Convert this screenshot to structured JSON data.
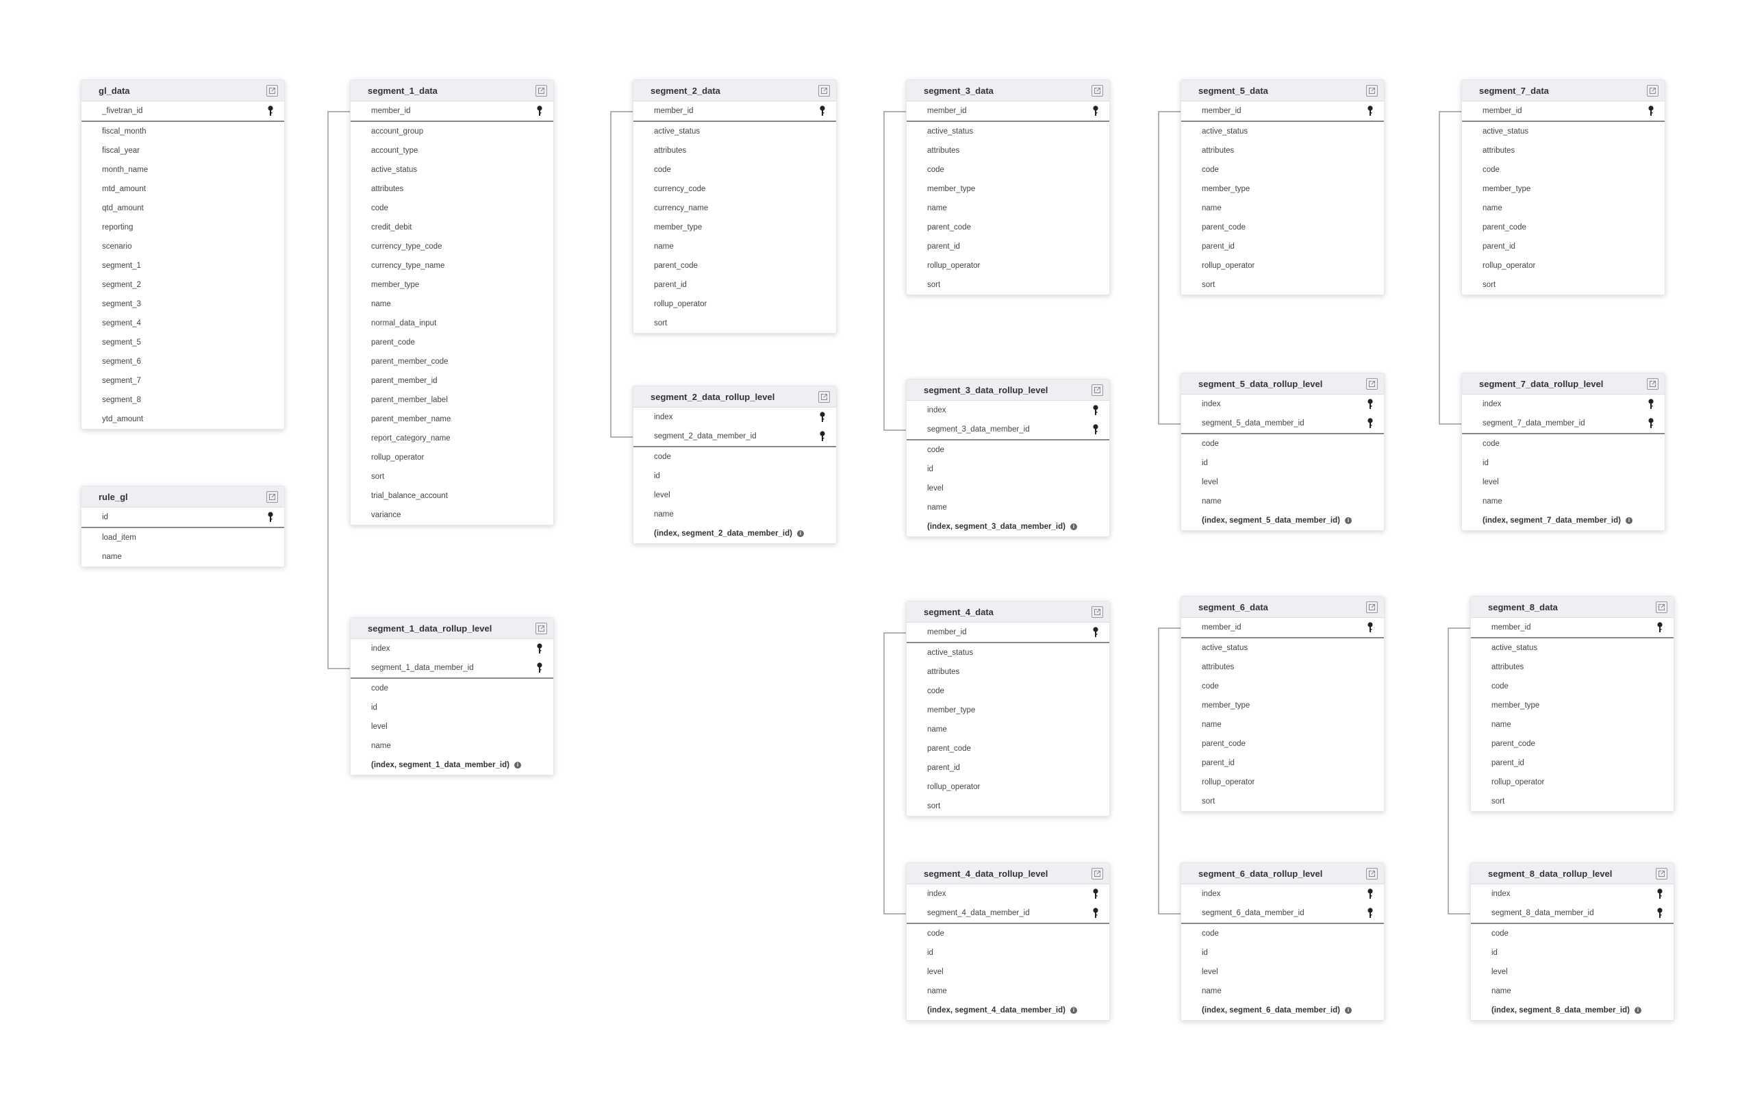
{
  "colors": {
    "header_bg": "#eeeff2",
    "connector": "#999999",
    "text": "#333333"
  },
  "tables": [
    {
      "id": "gl_data",
      "name": "gl_data",
      "pk": [
        "_fivetran_id"
      ],
      "columns": [
        "fiscal_month",
        "fiscal_year",
        "month_name",
        "mtd_amount",
        "qtd_amount",
        "reporting",
        "scenario",
        "segment_1",
        "segment_2",
        "segment_3",
        "segment_4",
        "segment_5",
        "segment_6",
        "segment_7",
        "segment_8",
        "ytd_amount"
      ]
    },
    {
      "id": "rule_gl",
      "name": "rule_gl",
      "pk": [
        "id"
      ],
      "columns": [
        "load_item",
        "name"
      ]
    },
    {
      "id": "segment_1_data",
      "name": "segment_1_data",
      "pk": [
        "member_id"
      ],
      "columns": [
        "account_group",
        "account_type",
        "active_status",
        "attributes",
        "code",
        "credit_debit",
        "currency_type_code",
        "currency_type_name",
        "member_type",
        "name",
        "normal_data_input",
        "parent_code",
        "parent_member_code",
        "parent_member_id",
        "parent_member_label",
        "parent_member_name",
        "report_category_name",
        "rollup_operator",
        "sort",
        "trial_balance_account",
        "variance"
      ]
    },
    {
      "id": "segment_1_data_rollup_level",
      "name": "segment_1_data_rollup_level",
      "pk": [
        "index",
        "segment_1_data_member_id"
      ],
      "columns": [
        "code",
        "id",
        "level",
        "name"
      ],
      "index": "(index, segment_1_data_member_id)"
    },
    {
      "id": "segment_2_data",
      "name": "segment_2_data",
      "pk": [
        "member_id"
      ],
      "columns": [
        "active_status",
        "attributes",
        "code",
        "currency_code",
        "currency_name",
        "member_type",
        "name",
        "parent_code",
        "parent_id",
        "rollup_operator",
        "sort"
      ]
    },
    {
      "id": "segment_2_data_rollup_level",
      "name": "segment_2_data_rollup_level",
      "pk": [
        "index",
        "segment_2_data_member_id"
      ],
      "columns": [
        "code",
        "id",
        "level",
        "name"
      ],
      "index": "(index, segment_2_data_member_id)"
    },
    {
      "id": "segment_3_data",
      "name": "segment_3_data",
      "pk": [
        "member_id"
      ],
      "columns": [
        "active_status",
        "attributes",
        "code",
        "member_type",
        "name",
        "parent_code",
        "parent_id",
        "rollup_operator",
        "sort"
      ]
    },
    {
      "id": "segment_3_data_rollup_level",
      "name": "segment_3_data_rollup_level",
      "pk": [
        "index",
        "segment_3_data_member_id"
      ],
      "columns": [
        "code",
        "id",
        "level",
        "name"
      ],
      "index": "(index, segment_3_data_member_id)"
    },
    {
      "id": "segment_4_data",
      "name": "segment_4_data",
      "pk": [
        "member_id"
      ],
      "columns": [
        "active_status",
        "attributes",
        "code",
        "member_type",
        "name",
        "parent_code",
        "parent_id",
        "rollup_operator",
        "sort"
      ]
    },
    {
      "id": "segment_4_data_rollup_level",
      "name": "segment_4_data_rollup_level",
      "pk": [
        "index",
        "segment_4_data_member_id"
      ],
      "columns": [
        "code",
        "id",
        "level",
        "name"
      ],
      "index": "(index, segment_4_data_member_id)"
    },
    {
      "id": "segment_5_data",
      "name": "segment_5_data",
      "pk": [
        "member_id"
      ],
      "columns": [
        "active_status",
        "attributes",
        "code",
        "member_type",
        "name",
        "parent_code",
        "parent_id",
        "rollup_operator",
        "sort"
      ]
    },
    {
      "id": "segment_5_data_rollup_level",
      "name": "segment_5_data_rollup_level",
      "pk": [
        "index",
        "segment_5_data_member_id"
      ],
      "columns": [
        "code",
        "id",
        "level",
        "name"
      ],
      "index": "(index, segment_5_data_member_id)"
    },
    {
      "id": "segment_6_data",
      "name": "segment_6_data",
      "pk": [
        "member_id"
      ],
      "columns": [
        "active_status",
        "attributes",
        "code",
        "member_type",
        "name",
        "parent_code",
        "parent_id",
        "rollup_operator",
        "sort"
      ]
    },
    {
      "id": "segment_6_data_rollup_level",
      "name": "segment_6_data_rollup_level",
      "pk": [
        "index",
        "segment_6_data_member_id"
      ],
      "columns": [
        "code",
        "id",
        "level",
        "name"
      ],
      "index": "(index, segment_6_data_member_id)"
    },
    {
      "id": "segment_7_data",
      "name": "segment_7_data",
      "pk": [
        "member_id"
      ],
      "columns": [
        "active_status",
        "attributes",
        "code",
        "member_type",
        "name",
        "parent_code",
        "parent_id",
        "rollup_operator",
        "sort"
      ]
    },
    {
      "id": "segment_7_data_rollup_level",
      "name": "segment_7_data_rollup_level",
      "pk": [
        "index",
        "segment_7_data_member_id"
      ],
      "columns": [
        "code",
        "id",
        "level",
        "name"
      ],
      "index": "(index, segment_7_data_member_id)"
    },
    {
      "id": "segment_8_data",
      "name": "segment_8_data",
      "pk": [
        "member_id"
      ],
      "columns": [
        "active_status",
        "attributes",
        "code",
        "member_type",
        "name",
        "parent_code",
        "parent_id",
        "rollup_operator",
        "sort"
      ]
    },
    {
      "id": "segment_8_data_rollup_level",
      "name": "segment_8_data_rollup_level",
      "pk": [
        "index",
        "segment_8_data_member_id"
      ],
      "columns": [
        "code",
        "id",
        "level",
        "name"
      ],
      "index": "(index, segment_8_data_member_id)"
    }
  ],
  "relations": [
    {
      "from": "segment_1_data",
      "from_col": "member_id",
      "to": "segment_1_data_rollup_level",
      "to_col": "segment_1_data_member_id"
    },
    {
      "from": "segment_2_data",
      "from_col": "member_id",
      "to": "segment_2_data_rollup_level",
      "to_col": "segment_2_data_member_id"
    },
    {
      "from": "segment_3_data",
      "from_col": "member_id",
      "to": "segment_3_data_rollup_level",
      "to_col": "segment_3_data_member_id"
    },
    {
      "from": "segment_4_data",
      "from_col": "member_id",
      "to": "segment_4_data_rollup_level",
      "to_col": "segment_4_data_member_id"
    },
    {
      "from": "segment_5_data",
      "from_col": "member_id",
      "to": "segment_5_data_rollup_level",
      "to_col": "segment_5_data_member_id"
    },
    {
      "from": "segment_6_data",
      "from_col": "member_id",
      "to": "segment_6_data_rollup_level",
      "to_col": "segment_6_data_member_id"
    },
    {
      "from": "segment_7_data",
      "from_col": "member_id",
      "to": "segment_7_data_rollup_level",
      "to_col": "segment_7_data_member_id"
    },
    {
      "from": "segment_8_data",
      "from_col": "member_id",
      "to": "segment_8_data_rollup_level",
      "to_col": "segment_8_data_member_id"
    }
  ]
}
